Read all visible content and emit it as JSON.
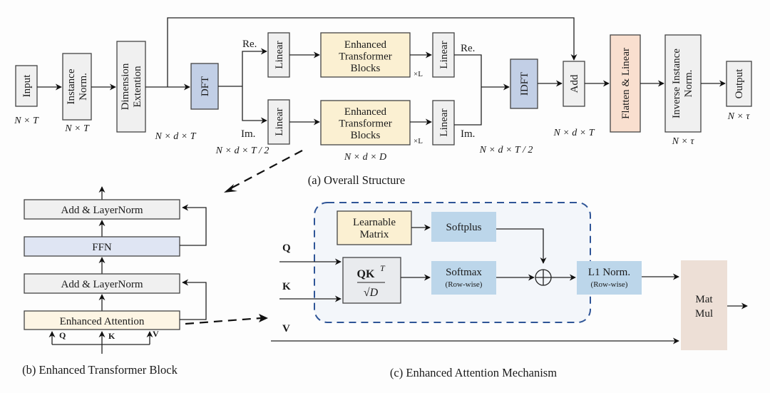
{
  "overall": {
    "caption": "(a) Overall Structure",
    "input": "Input",
    "input_shape": "N × T",
    "instance_norm": [
      "Instance",
      "Norm."
    ],
    "instance_norm_shape": "N × T",
    "dimension_extension": [
      "Dimension",
      "Extention"
    ],
    "dimension_extension_shape": "N × d × T",
    "dft": "DFT",
    "dft_shape": "N × d × T / 2",
    "re_label": "Re.",
    "im_label": "Im.",
    "linear": "Linear",
    "transformer_blocks": [
      "Enhanced",
      "Transformer",
      "Blocks"
    ],
    "repeat_label": "×L",
    "transformer_shape": "N × d × D",
    "idft": "IDFT",
    "idft_shape": "N × d × T / 2",
    "add": "Add",
    "add_shape": "N × d × T",
    "flatten_linear": "Flatten & Linear",
    "inverse_norm": [
      "Inverse Instance",
      "Norm."
    ],
    "inverse_norm_shape": "N × τ",
    "output": "Output",
    "output_shape": "N × τ"
  },
  "block": {
    "caption": "(b) Enhanced Transformer Block",
    "add_norm_top": "Add & LayerNorm",
    "ffn": "FFN",
    "add_norm_bottom": "Add & LayerNorm",
    "enhanced_attention": "Enhanced Attention",
    "q": "Q",
    "k": "K",
    "v": "V"
  },
  "attention": {
    "caption": "(c) Enhanced Attention Mechanism",
    "q": "Q",
    "k": "K",
    "v": "V",
    "learnable_matrix": [
      "Learnable",
      "Matrix"
    ],
    "softplus": "Softplus",
    "qk_numerator": "QK",
    "qk_superscript": "T",
    "qk_denominator": "√D",
    "softmax": "Softmax",
    "softmax_sub": "(Row-wise)",
    "plus_symbol": "⊕",
    "l1_norm": "L1 Norm.",
    "l1_norm_sub": "(Row-wise)",
    "matmul": [
      "Mat",
      "Mul"
    ]
  },
  "colors": {
    "dft_blue": "#c2cfe6",
    "transformer_yellow": "#fbf0d2",
    "flatten_peach": "#f9dfcf",
    "softplus_blue": "#bcd6ea",
    "dashed_border": "#2f5597",
    "matmul_beige": "#eddfd6"
  }
}
